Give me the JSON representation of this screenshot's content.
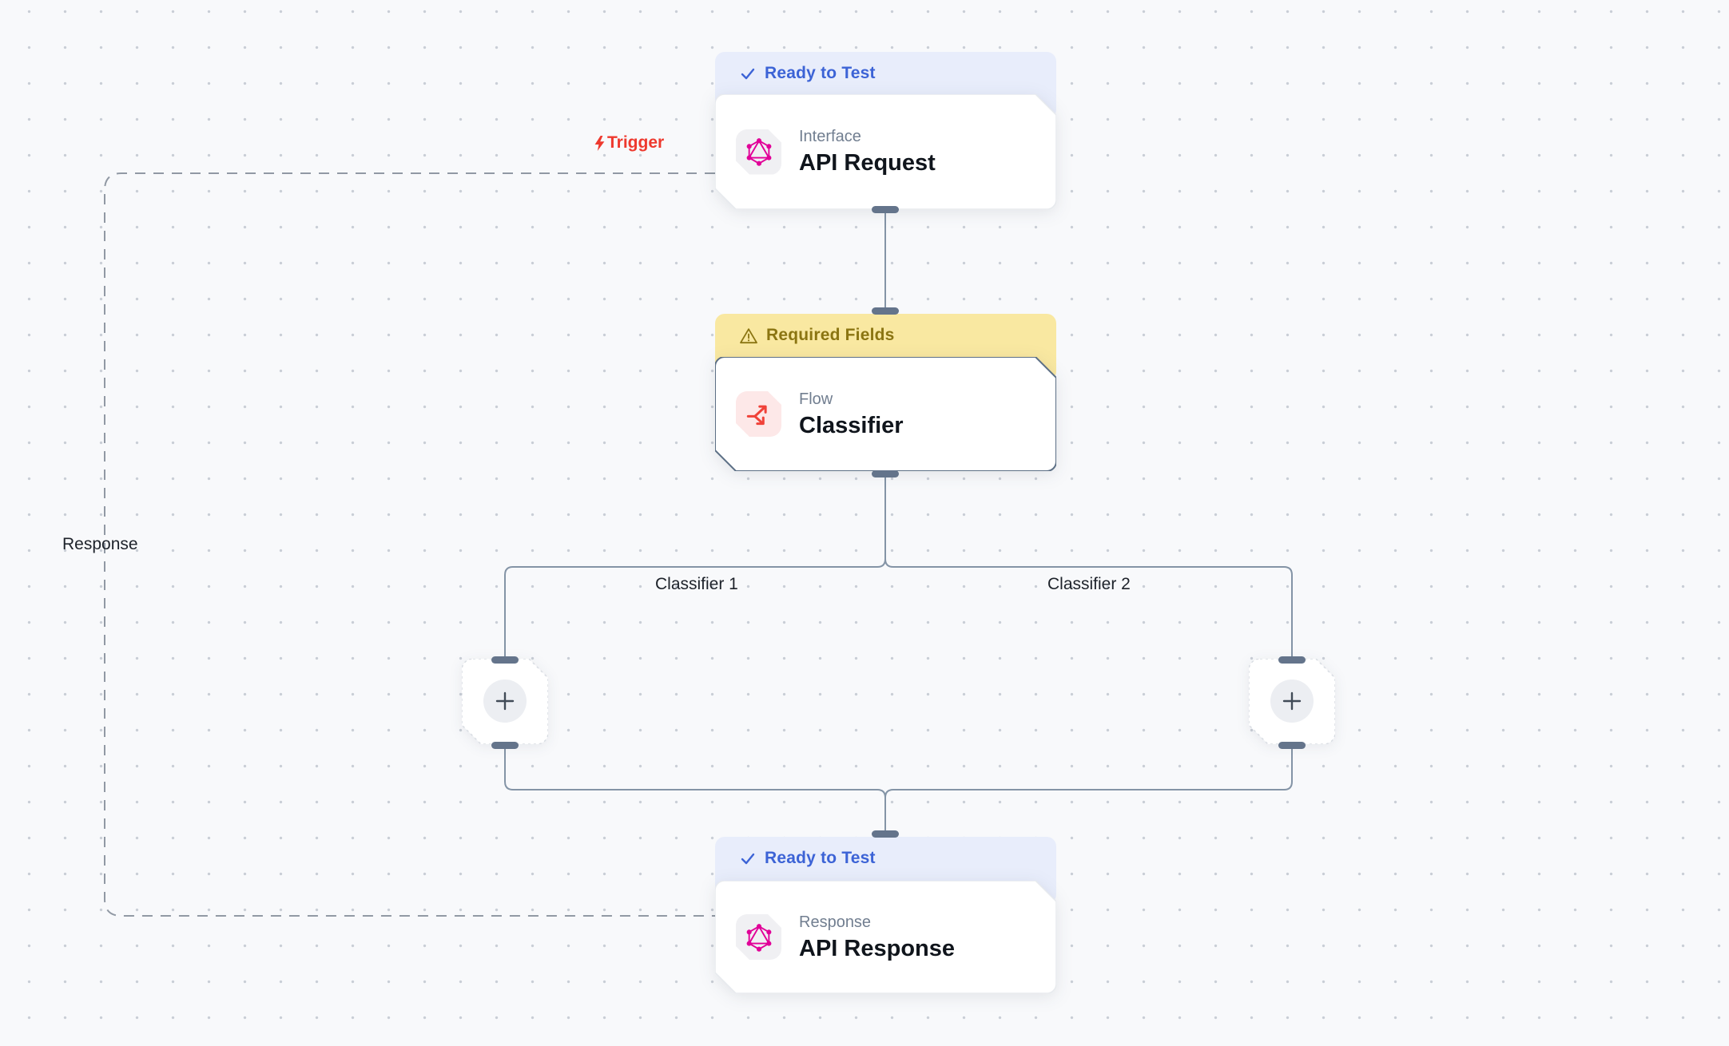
{
  "colors": {
    "canvas_bg": "#f8f9fb",
    "grid_dot": "#c9ced6",
    "card_bg": "#ffffff",
    "card_border": "#e7eaee",
    "selected_border": "#5d7086",
    "status_ready_bg": "#e8edfb",
    "status_ready_text": "#3c63d6",
    "status_warning_bg": "#f9e8a1",
    "status_warning_text": "#8b7512",
    "type_label_text": "#717e90",
    "title_text": "#10151c",
    "edge_line": "#8494a6",
    "edge_dashed": "#9199a4",
    "port": "#64748b",
    "trigger_red": "#ee392e",
    "graphql_pink": "#e10098",
    "flow_red": "#f04239",
    "icon_bg_gray": "#f0f0f3",
    "icon_bg_red": "#fde8e8",
    "plus_circle_bg": "#eceef2",
    "plus_glyph": "#414b57",
    "edge_label_text": "#1d222a"
  },
  "nodes": {
    "api_request": {
      "status": "Ready to Test",
      "status_icon": "check-icon",
      "type_label": "Interface",
      "title": "API Request",
      "icon": "graphql-icon"
    },
    "classifier": {
      "status": "Required Fields",
      "status_icon": "warning-icon",
      "type_label": "Flow",
      "title": "Classifier",
      "icon": "flow-split-icon"
    },
    "api_response": {
      "status": "Ready to Test",
      "status_icon": "check-icon",
      "type_label": "Response",
      "title": "API Response",
      "icon": "graphql-icon"
    }
  },
  "edge_labels": {
    "trigger": "Trigger",
    "response": "Response",
    "classifier_1": "Classifier 1",
    "classifier_2": "Classifier 2"
  }
}
